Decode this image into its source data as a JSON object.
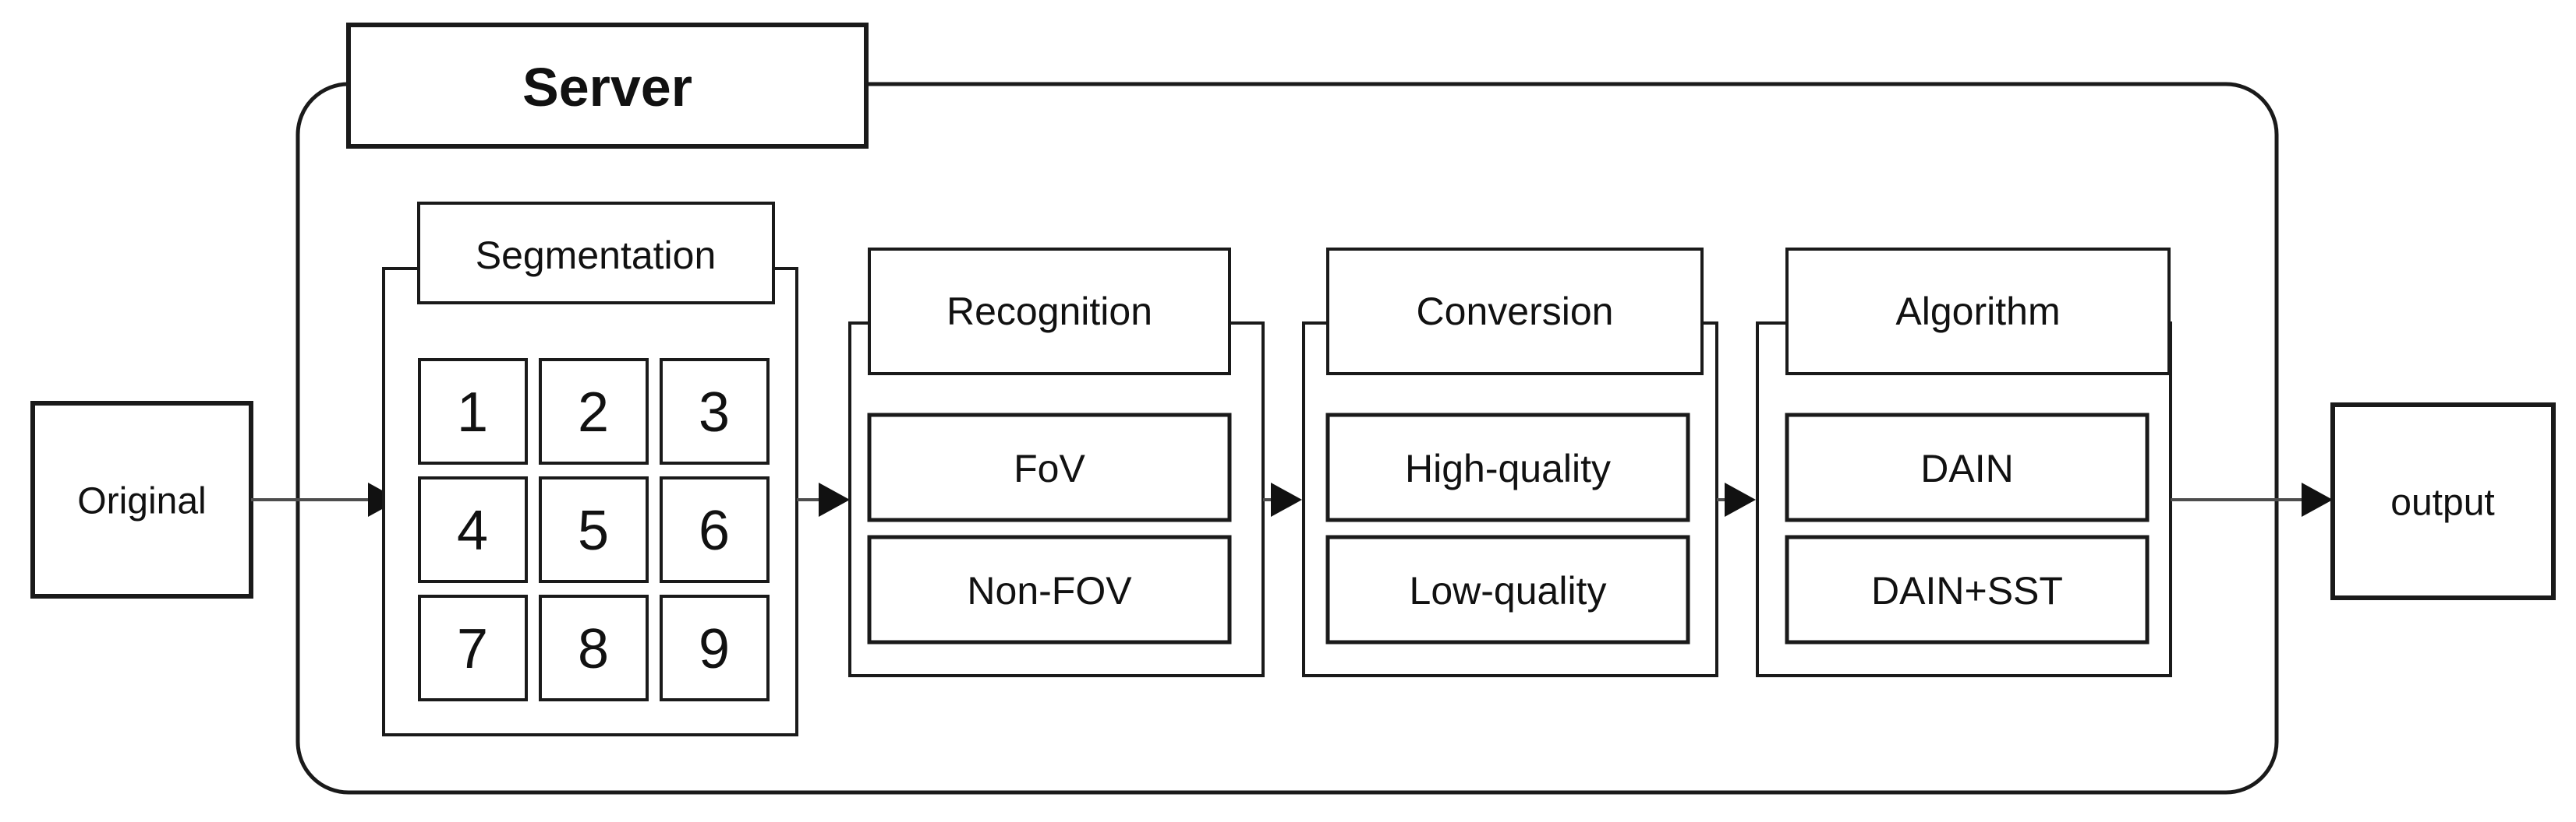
{
  "diagram": {
    "title": "Server pipeline block diagram",
    "colors": {
      "stroke": "#1a1a1a",
      "connector": "#4d4d4d",
      "background": "#ffffff",
      "text": "#111111"
    },
    "server": {
      "label": "Server"
    },
    "input": {
      "label": "Original"
    },
    "output": {
      "label": "output"
    },
    "stages": [
      {
        "id": "segmentation",
        "header": "Segmentation",
        "type": "grid",
        "cells": [
          "1",
          "2",
          "3",
          "4",
          "5",
          "6",
          "7",
          "8",
          "9"
        ]
      },
      {
        "id": "recognition",
        "header": "Recognition",
        "type": "list",
        "items": [
          "FoV",
          "Non-FOV"
        ]
      },
      {
        "id": "conversion",
        "header": "Conversion",
        "type": "list",
        "items": [
          "High-quality",
          "Low-quality"
        ]
      },
      {
        "id": "algorithm",
        "header": "Algorithm",
        "type": "list",
        "items": [
          "DAIN",
          "DAIN+SST"
        ]
      }
    ],
    "flow": [
      "Original",
      "Segmentation",
      "Recognition",
      "Conversion",
      "Algorithm",
      "output"
    ]
  }
}
